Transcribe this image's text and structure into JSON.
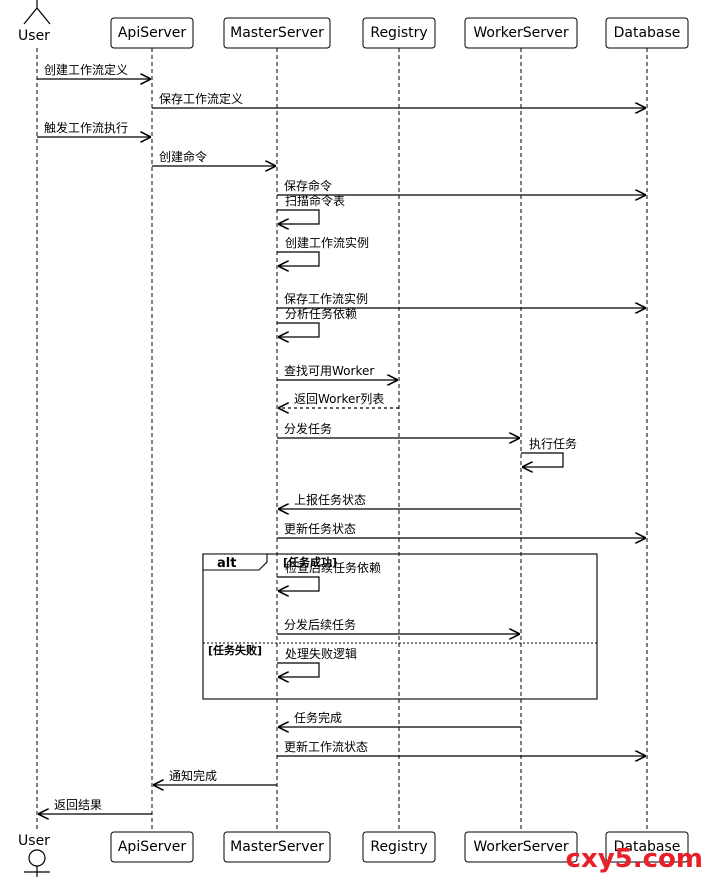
{
  "participants": [
    {
      "id": "user",
      "label": "User",
      "kind": "actor"
    },
    {
      "id": "api",
      "label": "ApiServer",
      "kind": "box"
    },
    {
      "id": "master",
      "label": "MasterServer",
      "kind": "box"
    },
    {
      "id": "registry",
      "label": "Registry",
      "kind": "box"
    },
    {
      "id": "worker",
      "label": "WorkerServer",
      "kind": "box"
    },
    {
      "id": "db",
      "label": "Database",
      "kind": "box"
    }
  ],
  "messages": [
    {
      "from": "user",
      "to": "api",
      "label": "创建工作流定义",
      "style": "solid"
    },
    {
      "from": "api",
      "to": "db",
      "label": "保存工作流定义",
      "style": "solid"
    },
    {
      "from": "user",
      "to": "api",
      "label": "触发工作流执行",
      "style": "solid"
    },
    {
      "from": "api",
      "to": "master",
      "label": "创建命令",
      "style": "solid"
    },
    {
      "from": "master",
      "to": "db",
      "label": "保存命令",
      "style": "solid"
    },
    {
      "from": "master",
      "to": "master",
      "label": "扫描命令表",
      "style": "solid"
    },
    {
      "from": "master",
      "to": "master",
      "label": "创建工作流实例",
      "style": "solid"
    },
    {
      "from": "master",
      "to": "db",
      "label": "保存工作流实例",
      "style": "solid"
    },
    {
      "from": "master",
      "to": "master",
      "label": "分析任务依赖",
      "style": "solid"
    },
    {
      "from": "master",
      "to": "registry",
      "label": "查找可用Worker",
      "style": "solid"
    },
    {
      "from": "registry",
      "to": "master",
      "label": "返回Worker列表",
      "style": "dashed"
    },
    {
      "from": "master",
      "to": "worker",
      "label": "分发任务",
      "style": "solid"
    },
    {
      "from": "worker",
      "to": "worker",
      "label": "执行任务",
      "style": "solid"
    },
    {
      "from": "worker",
      "to": "master",
      "label": "上报任务状态",
      "style": "solid"
    },
    {
      "from": "master",
      "to": "db",
      "label": "更新任务状态",
      "style": "solid"
    },
    {
      "from": "master",
      "to": "master",
      "label": "检查后续任务依赖",
      "style": "solid"
    },
    {
      "from": "master",
      "to": "worker",
      "label": "分发后续任务",
      "style": "solid"
    },
    {
      "from": "master",
      "to": "master",
      "label": "处理失败逻辑",
      "style": "solid"
    },
    {
      "from": "worker",
      "to": "master",
      "label": "任务完成",
      "style": "solid"
    },
    {
      "from": "master",
      "to": "db",
      "label": "更新工作流状态",
      "style": "solid"
    },
    {
      "from": "master",
      "to": "api",
      "label": "通知完成",
      "style": "solid"
    },
    {
      "from": "api",
      "to": "user",
      "label": "返回结果",
      "style": "solid"
    }
  ],
  "fragment": {
    "keyword": "alt",
    "conditions": [
      "[任务成功]",
      "[任务失败]"
    ]
  },
  "watermark": "cxy5.com",
  "colors": {
    "line": "#000000",
    "watermark": "#e8202a"
  }
}
